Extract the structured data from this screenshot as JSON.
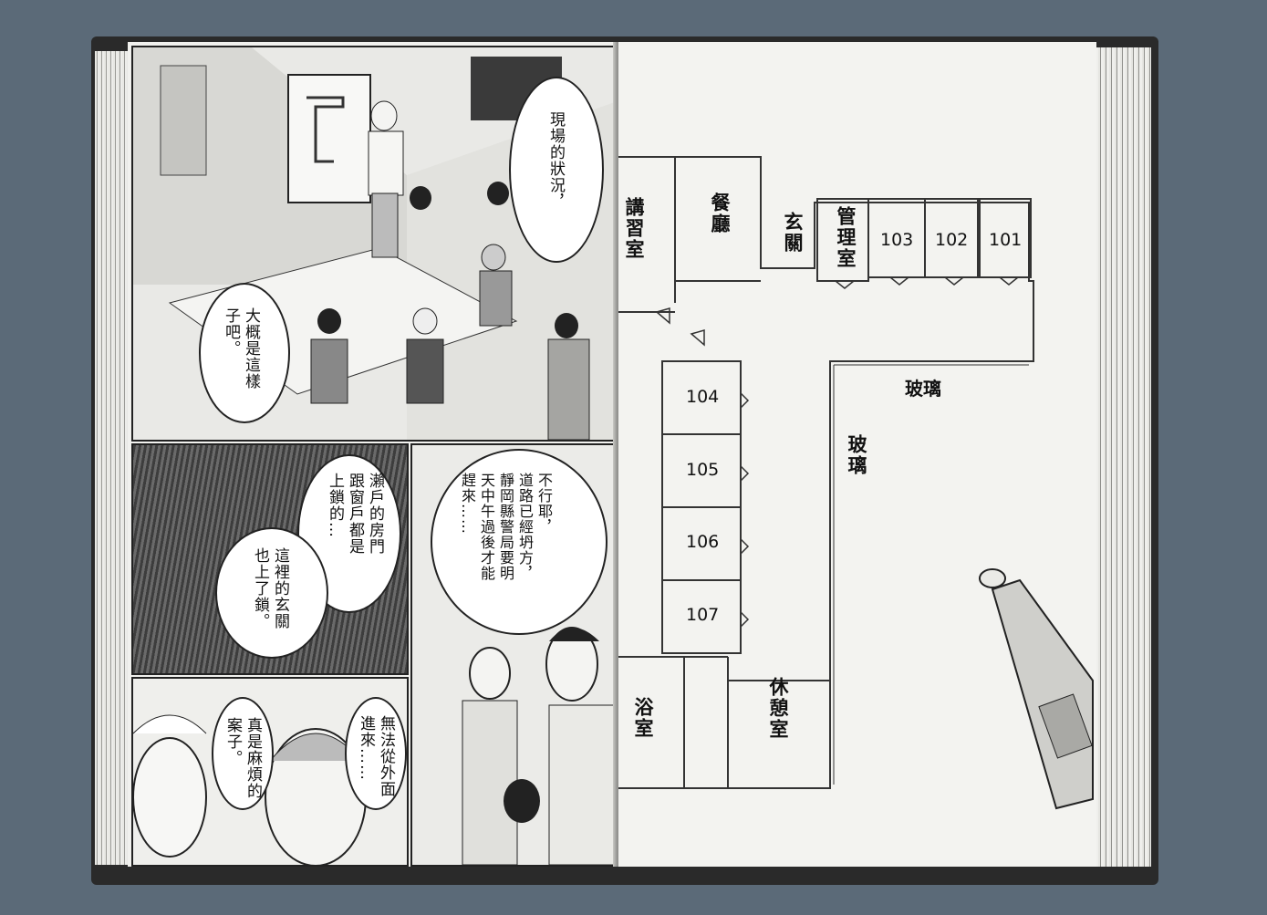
{
  "left_page": {
    "bubbles": [
      "現場的狀況，",
      "大概是這樣\n子吧。",
      "瀨戶的房門\n跟窗戶都是\n上鎖的…",
      "這裡的玄關\n也上了鎖。",
      "不行耶，\n道路已經坍方，\n靜岡縣警局要明\n天中午過後才能\n趕來……",
      "真是麻煩的\n案子。",
      "無法從外面\n進來……"
    ]
  },
  "floor_plan": {
    "rooms": {
      "lecture": "講習室",
      "dining": "餐廳",
      "entrance": "玄關",
      "office": "管理室",
      "r103": "103",
      "r102": "102",
      "r101": "101",
      "r104": "104",
      "r105": "105",
      "r106": "106",
      "r107": "107",
      "bath": "浴室",
      "lounge": "休憩室"
    },
    "glass_top": "玻璃",
    "glass_side": "玻璃"
  }
}
